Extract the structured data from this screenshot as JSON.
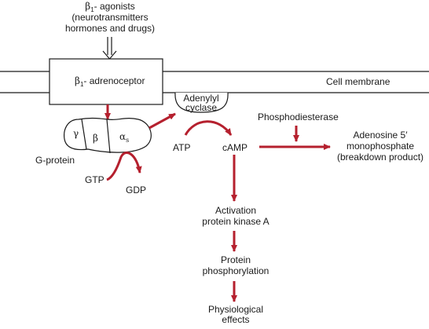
{
  "agonist": {
    "beta": "β",
    "sub": "1",
    "line1": "- agonists",
    "line2": "(neurotransmitters",
    "line3": "hormones and drugs)"
  },
  "receptor": {
    "beta": "β",
    "sub": "1",
    "label": "- adrenoceptor"
  },
  "membrane": {
    "label": "Cell membrane"
  },
  "gprotein": {
    "gamma": "γ",
    "beta": "β",
    "alpha": "α",
    "alpha_sub": "s",
    "label": "G-protein"
  },
  "gtp": "GTP",
  "gdp": "GDP",
  "cyclase": {
    "line1": "Adenylyl",
    "line2": "cyclase"
  },
  "atp": "ATP",
  "camp": "cAMP",
  "phosphodiesterase": "Phosphodiesterase",
  "adenosine": {
    "line1": "Adenosine 5′",
    "line2": "monophosphate",
    "line3": "(breakdown product)"
  },
  "pka": {
    "line1": "Activation",
    "line2": "protein kinase A"
  },
  "phosphorylation": {
    "line1": "Protein",
    "line2": "phosphorylation"
  },
  "effects": {
    "line1": "Physiological",
    "line2": "effects"
  },
  "colors": {
    "arrow": "#b5202e",
    "line": "#1a1a1a",
    "background": "#ffffff"
  }
}
